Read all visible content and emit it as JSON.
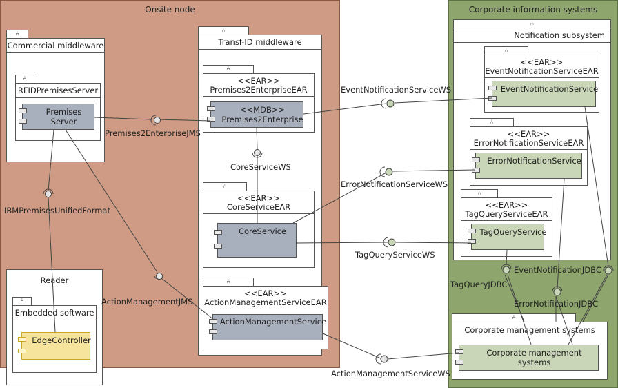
{
  "regions": {
    "onsite": "Onsite node",
    "corporate": "Corporate information systems"
  },
  "containers": {
    "commercial_middleware": "Commercial middleware",
    "rfid_premises_server": "RFIDPremisesServer",
    "reader": "Reader",
    "embedded_software": "Embedded software",
    "transf_id_middleware": "Transf-ID middleware",
    "premises2enterprise_ear": {
      "stereotype": "<<EAR>>",
      "name": "Premises2EnterpriseEAR"
    },
    "core_service_ear": {
      "stereotype": "<<EAR>>",
      "name": "CoreServiceEAR"
    },
    "action_management_service_ear": {
      "stereotype": "<<EAR>>",
      "name": "ActionManagementServiceEAR"
    },
    "notification_subsystem": "Notification subsystem",
    "event_notification_service_ear": {
      "stereotype": "<<EAR>>",
      "name": "EventNotificationServiceEAR"
    },
    "error_notification_service_ear": {
      "stereotype": "<<EAR>>",
      "name": "ErrorNotificationServiceEAR"
    },
    "tag_query_service_ear": {
      "stereotype": "<<EAR>>",
      "name": "TagQueryServiceEAR"
    },
    "corporate_management_systems": "Corporate management systems"
  },
  "components": {
    "premises_server": "Premises Server",
    "edge_controller": "EdgeController",
    "premises2enterprise": {
      "stereotype": "<<MDB>>",
      "name": "Premises2Enterprise"
    },
    "core_service": "CoreService",
    "action_management_service": "ActionManagementService",
    "event_notification_service": "EventNotificationService",
    "error_notification_service": "ErrorNotificationService",
    "tag_query_service": "TagQueryService",
    "corporate_management_systems": "Corporate management systems"
  },
  "interfaces": {
    "premises2enterprise_jms": "Premises2EnterpriseJMS",
    "ibm_premises_unified_format": "IBMPremisesUnifiedFormat",
    "action_management_jms": "ActionManagementJMS",
    "core_service_ws": "CoreServiceWS",
    "event_notification_service_ws": "EventNotificationServiceWS",
    "error_notification_service_ws": "ErrorNotificationServiceWS",
    "tag_query_service_ws": "TagQueryServiceWS",
    "action_management_service_ws": "ActionManagementServiceWS",
    "event_notification_jdbc": "EventNotificationJDBC",
    "error_notification_jdbc": "ErrorNotificationJDBC",
    "tag_query_jdbc": "TagQueryJDBC"
  },
  "icons": {
    "container_tab": "subsystem-fork-icon",
    "component": "uml-component-icon",
    "interface": "lollipop-interface-icon"
  },
  "colors": {
    "onsite_node": "#cf9b84",
    "corporate_node": "#8ea56e",
    "onsite_component": "#a8b0bd",
    "corporate_component": "#c9d6b8",
    "embedded_component": "#f6e39c"
  }
}
